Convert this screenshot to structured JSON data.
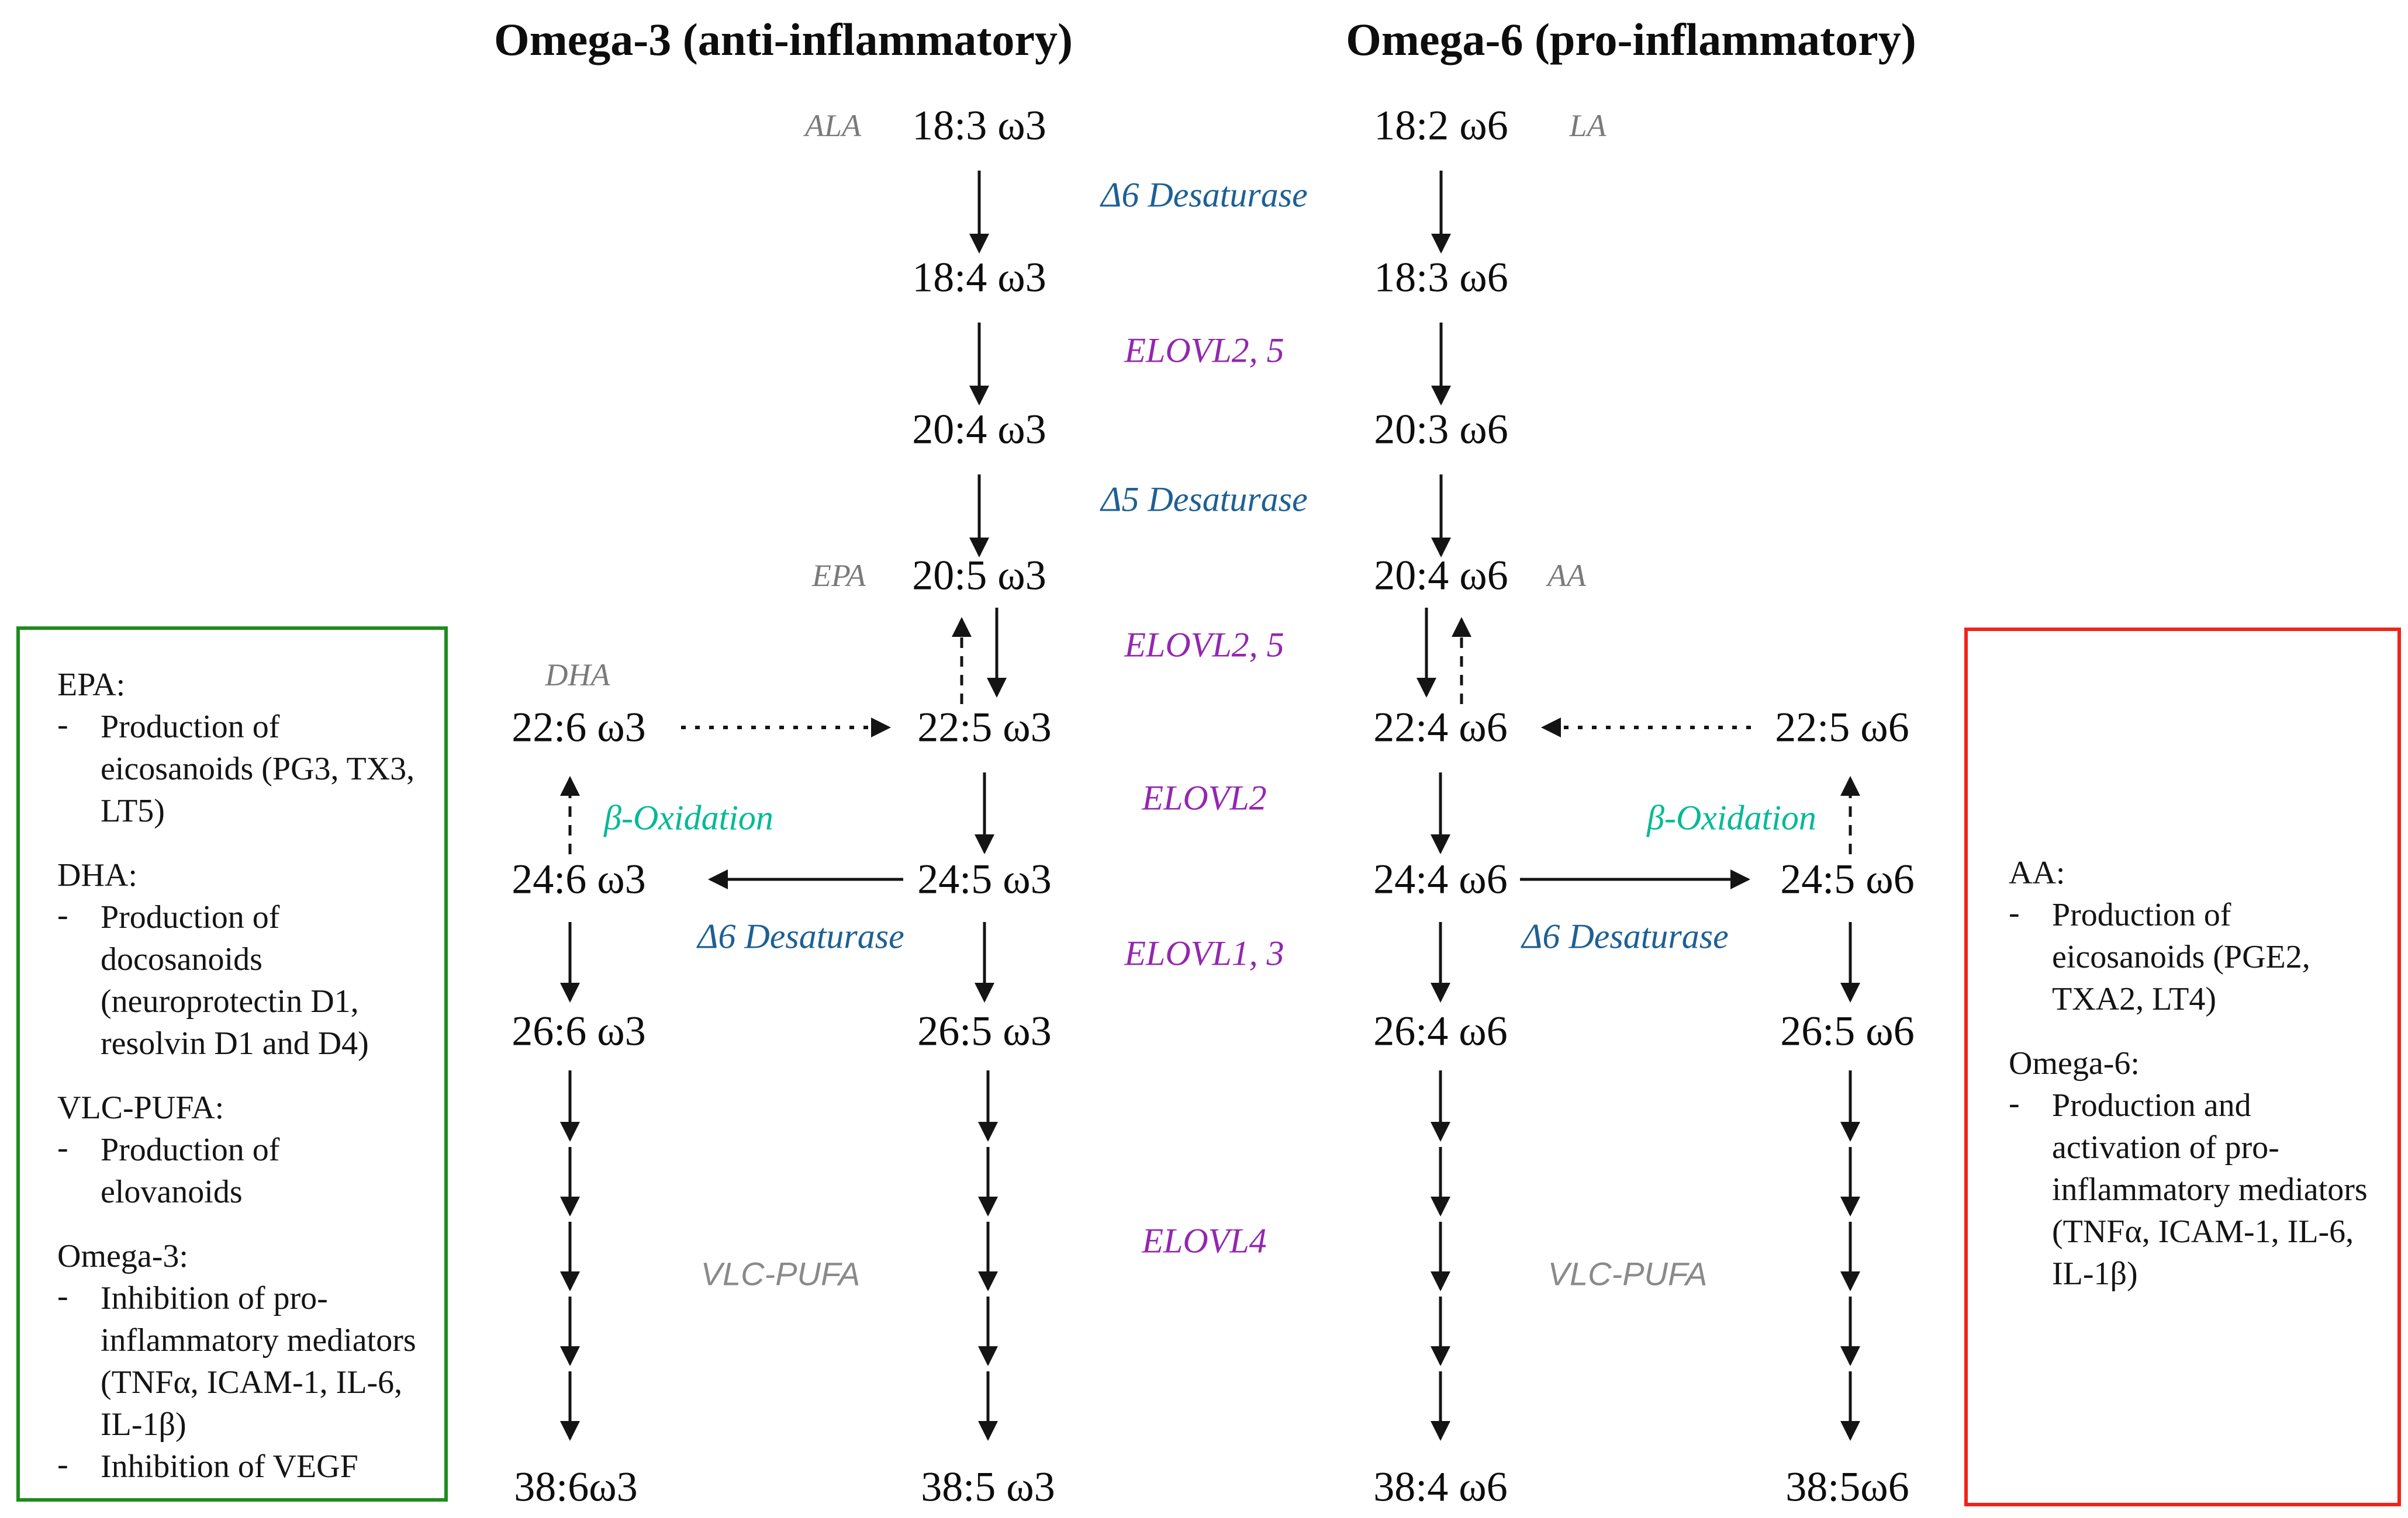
{
  "titles": {
    "omega3": "Omega-3 (anti-inflammatory)",
    "omega6": "Omega-6 (pro-inflammatory)"
  },
  "pathway": {
    "omega3_side": {
      "nodes": [
        "22:6 ω3",
        "24:6 ω3",
        "26:6 ω3",
        "38:6ω3"
      ]
    },
    "omega3_main": {
      "nodes": [
        "18:3 ω3",
        "18:4 ω3",
        "20:4 ω3",
        "20:5 ω3",
        "22:5 ω3",
        "24:5 ω3",
        "26:5 ω3",
        "38:5 ω3"
      ]
    },
    "omega6_main": {
      "nodes": [
        "18:2 ω6",
        "18:3 ω6",
        "20:3 ω6",
        "20:4 ω6",
        "22:4 ω6",
        "24:4 ω6",
        "26:4 ω6",
        "38:4 ω6"
      ]
    },
    "omega6_side": {
      "nodes": [
        "22:5 ω6",
        "24:5 ω6",
        "26:5 ω6",
        "38:5ω6"
      ]
    }
  },
  "abbrev": {
    "ala": "ALA",
    "la": "LA",
    "epa": "EPA",
    "aa": "AA",
    "dha": "DHA",
    "vlc_left": "VLC-PUFA",
    "vlc_right": "VLC-PUFA"
  },
  "enzymes": {
    "middle": [
      "Δ6 Desaturase",
      "ELOVL2, 5",
      "Δ5 Desaturase",
      "ELOVL2, 5",
      "ELOVL2",
      "ELOVL1, 3",
      "ELOVL4"
    ],
    "beta_ox_left": "β-Oxidation",
    "beta_ox_right": "β-Oxidation",
    "d6_lower_left": "Δ6 Desaturase",
    "d6_lower_right": "Δ6 Desaturase"
  },
  "green_box": {
    "sections": [
      {
        "heading": "EPA:",
        "bullets": [
          "Production of eicosanoids (PG3, TX3, LT5)"
        ]
      },
      {
        "heading": "DHA:",
        "bullets": [
          "Production of docosanoids (neuroprotectin D1, resolvin D1 and D4)"
        ]
      },
      {
        "heading": "VLC-PUFA:",
        "bullets": [
          "Production of elovanoids"
        ]
      },
      {
        "heading": "Omega-3:",
        "bullets": [
          "Inhibition of pro-inflammatory mediators (TNFα, ICAM-1, IL-6, IL-1β)",
          "Inhibition of VEGF"
        ]
      }
    ]
  },
  "red_box": {
    "sections": [
      {
        "heading": "AA:",
        "bullets": [
          "Production of eicosanoids (PGE2, TXA2, LT4)"
        ]
      },
      {
        "heading": "Omega-6:",
        "bullets": [
          "Production and activation of pro-inflammatory mediators (TNFα, ICAM-1, IL-6, IL-1β)"
        ]
      }
    ]
  },
  "misc": {
    "bullet": "-"
  },
  "colors": {
    "enzyme_blue": "#1d6094",
    "enzyme_purple": "#9327b0",
    "beta_oxidation_teal": "#00ba95",
    "abbrev_gray": "#7a7a7a",
    "green_box_border": "#1e8c1e",
    "red_box_border": "#f0241b",
    "arrow_black": "#141414"
  }
}
